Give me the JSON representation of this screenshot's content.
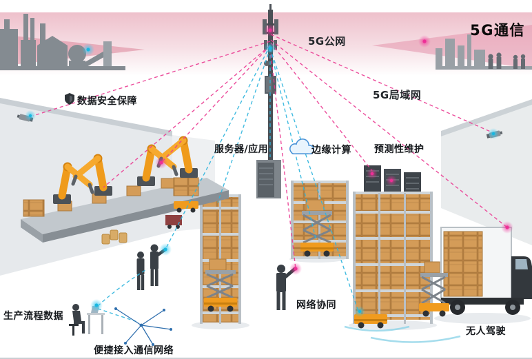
{
  "title": "5G通信",
  "labels": {
    "public_network": "5G公网",
    "local_network": "5G局域网",
    "data_security": "数据安全保障",
    "server_application": "服务器/应用",
    "edge_computing": "边缘计算",
    "predictive_maintenance": "预测性维护",
    "production_process_data": "生产流程数据",
    "easy_network_access": "便捷接入通信网络",
    "network_collaboration": "网络协同",
    "autonomous_driving": "无人驾驶"
  },
  "icons": {
    "shield": "shield-icon",
    "cloud": "cloud-icon",
    "camera": "camera-icon",
    "tower": "antenna-tower-icon",
    "network_node": "network-node-icon"
  },
  "colors": {
    "link_magenta": "#ea3b92",
    "link_cyan": "#2db4dd",
    "robot_orange": "#ef9b1c",
    "carton_tan": "#d49c58",
    "silhouette_gray": "#848b91",
    "sky_pink": "#eec0cb",
    "title_text": "#0a0a0a"
  }
}
